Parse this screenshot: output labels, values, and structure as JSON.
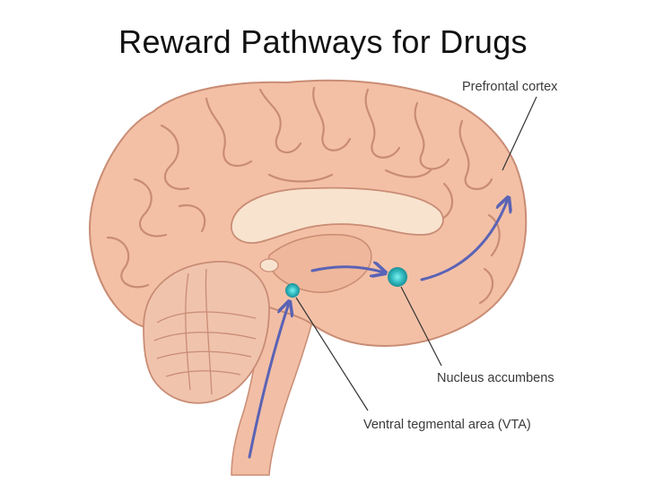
{
  "title": "Reward Pathways for Drugs",
  "labels": {
    "prefrontal": "Prefrontal cortex",
    "accumbens": "Nucleus accumbens",
    "vta": "Ventral tegmental area (VTA)"
  },
  "colors": {
    "brain_fill": "#f3c0a6",
    "gyri_line": "#c98c74",
    "pathway": "#5a63b5",
    "marker": "#3cc6c9",
    "leader": "#333333"
  }
}
